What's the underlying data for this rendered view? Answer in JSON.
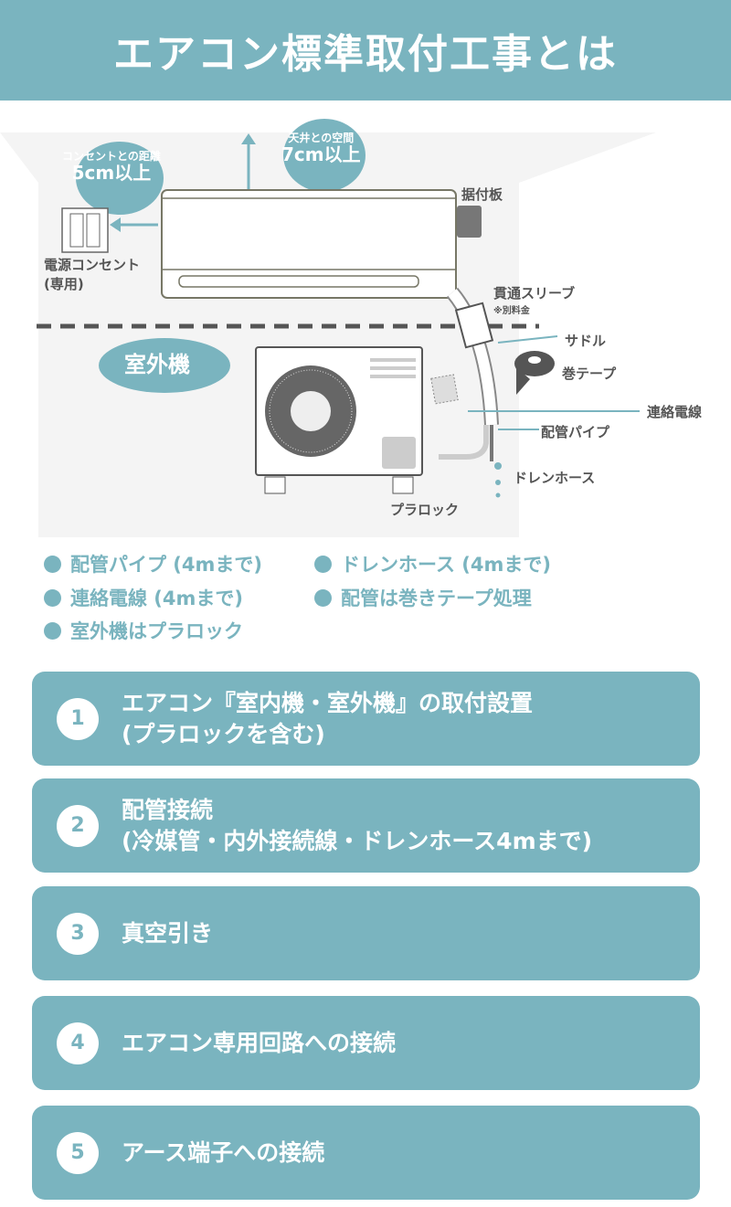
{
  "header": {
    "title": "エアコン標準取付工事とは"
  },
  "diagram": {
    "outlet_distance_bubble": {
      "line1": "コンセントとの距離",
      "line2": "5cm以上"
    },
    "ceiling_bubble": {
      "line1": "天井との空間",
      "line2": "7cm以上"
    },
    "mounting_plate": "据付板",
    "outlet_label": {
      "line1": "電源コンセント",
      "line2": "(専用)"
    },
    "sleeve": {
      "label": "貫通スリーブ",
      "note": "※別料金"
    },
    "saddle": "サドル",
    "tape": "巻テープ",
    "wire": "連絡電線",
    "pipe": "配管パイプ",
    "drain": "ドレンホース",
    "plablock": "プラロック",
    "outdoor_unit_badge": "室外機"
  },
  "legend": [
    "配管パイプ (4mまで)",
    "ドレンホース (4mまで)",
    "連絡電線 (4mまで)",
    "配管は巻きテープ処理",
    "室外機はプラロック"
  ],
  "steps": [
    {
      "num": "1",
      "line1": "エアコン『室内機・室外機』の取付設置",
      "line2": "(プラロックを含む)"
    },
    {
      "num": "2",
      "line1": "配管接続",
      "line2": "(冷媒管・内外接続線・ドレンホース4mまで)"
    },
    {
      "num": "3",
      "line1": "真空引き",
      "line2": ""
    },
    {
      "num": "4",
      "line1": "エアコン専用回路への接続",
      "line2": ""
    },
    {
      "num": "5",
      "line1": "アース端子への接続",
      "line2": ""
    }
  ]
}
